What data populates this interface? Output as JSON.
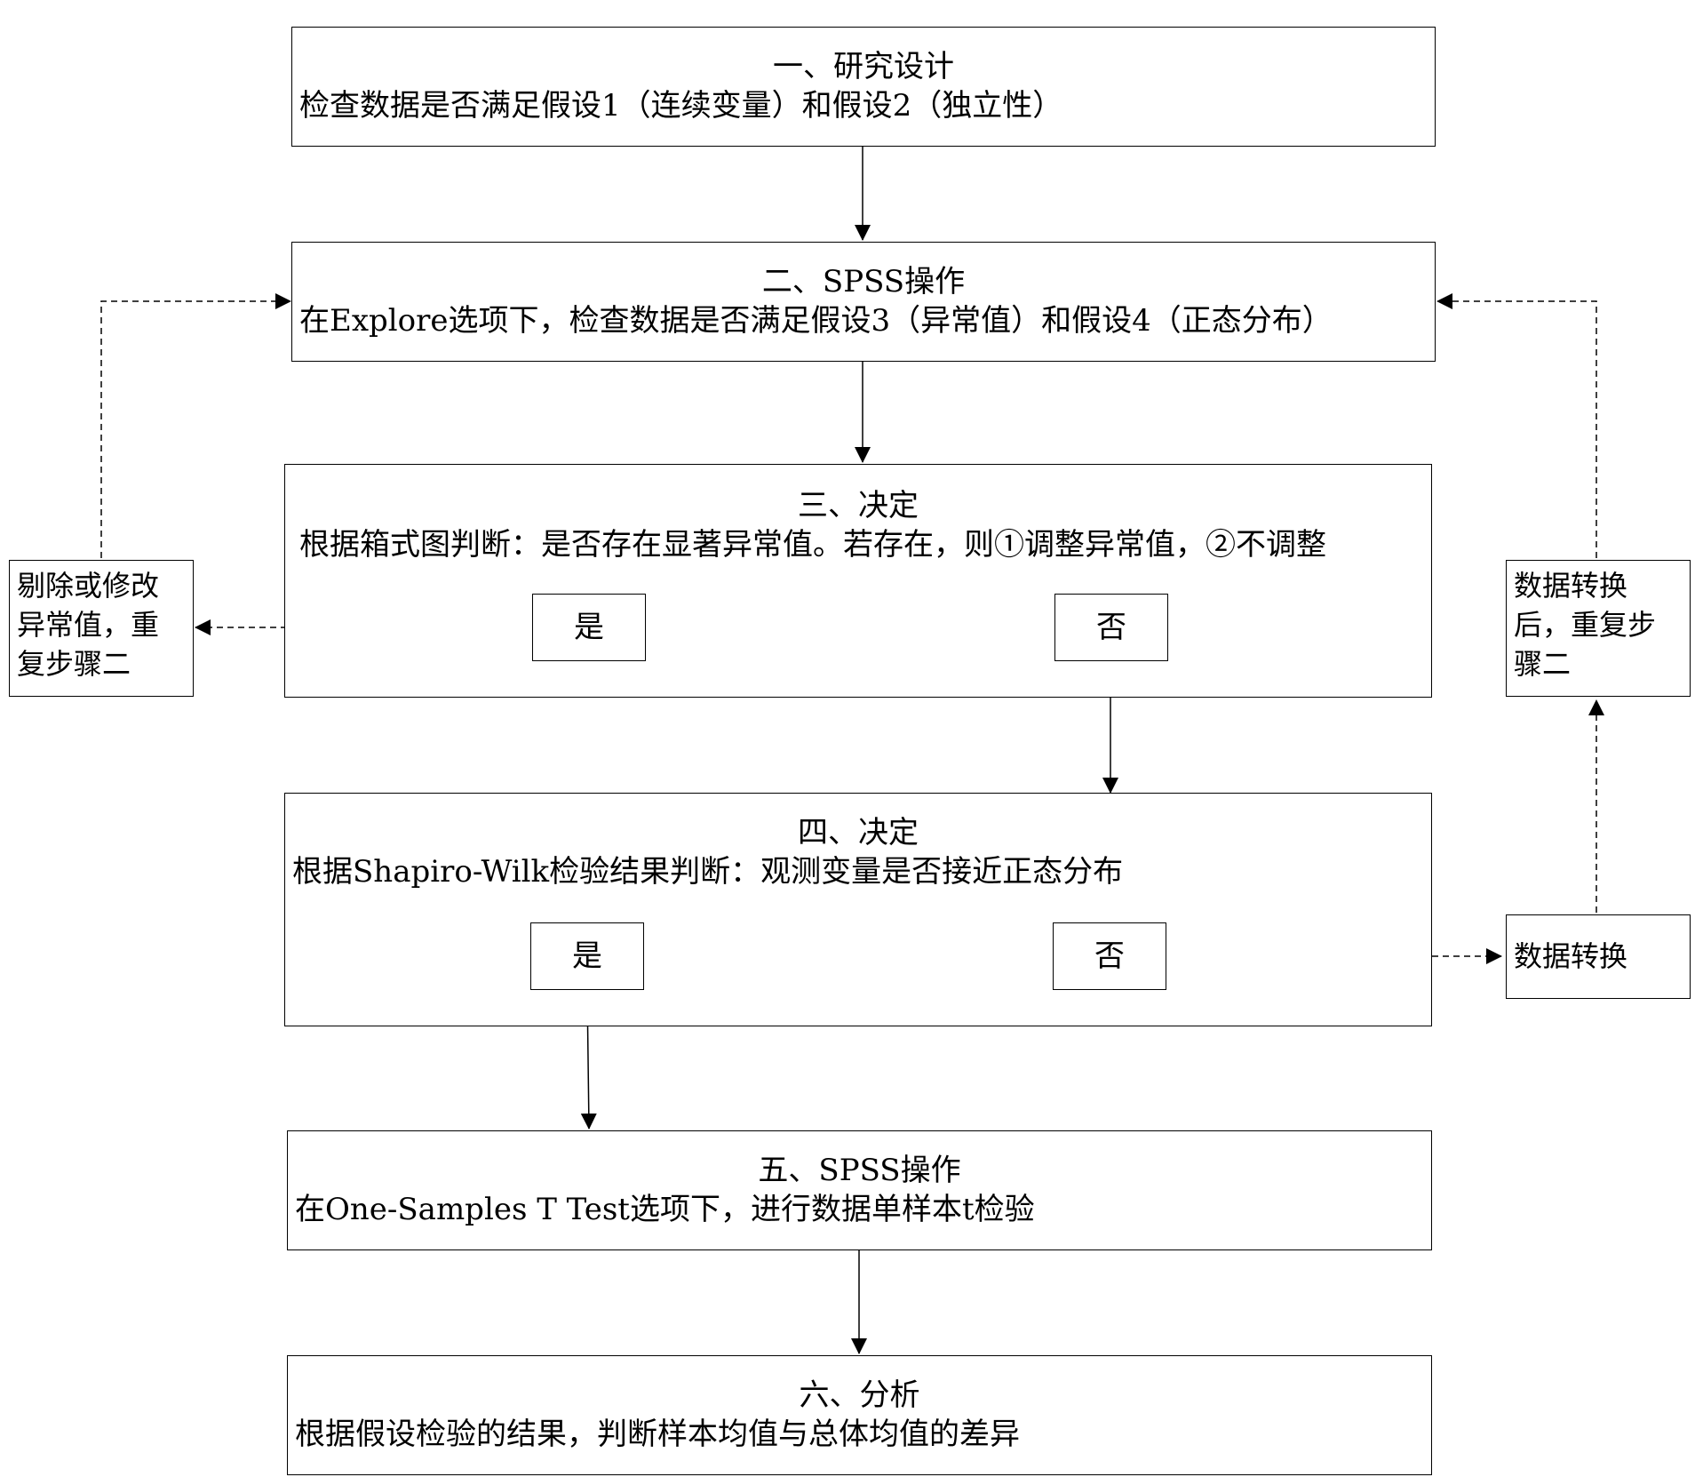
{
  "steps": {
    "step1": {
      "title": "一、研究设计",
      "body": "检查数据是否满足假设1（连续变量）和假设2（独立性）"
    },
    "step2": {
      "title": "二、SPSS操作",
      "body": "在Explore选项下，检查数据是否满足假设3（异常值）和假设4（正态分布）"
    },
    "step3": {
      "title": "三、决定",
      "body": "根据箱式图判断：是否存在显著异常值。若存在，则①调整异常值，②不调整",
      "yes": "是",
      "no": "否"
    },
    "step4": {
      "title": "四、决定",
      "body": "根据Shapiro-Wilk检验结果判断：观测变量是否接近正态分布",
      "yes": "是",
      "no": "否"
    },
    "step5": {
      "title": "五、SPSS操作",
      "body": "在One-Samples T Test选项下，进行数据单样本t检验"
    },
    "step6": {
      "title": "六、分析",
      "body": "根据假设检验的结果，判断样本均值与总体均值的差异"
    }
  },
  "side": {
    "remove_outliers": [
      "剔除或修改",
      "异常值，重",
      "复步骤二"
    ],
    "after_transform": [
      "数据转换",
      "后，重复步",
      "骤二"
    ],
    "transform": "数据转换"
  }
}
